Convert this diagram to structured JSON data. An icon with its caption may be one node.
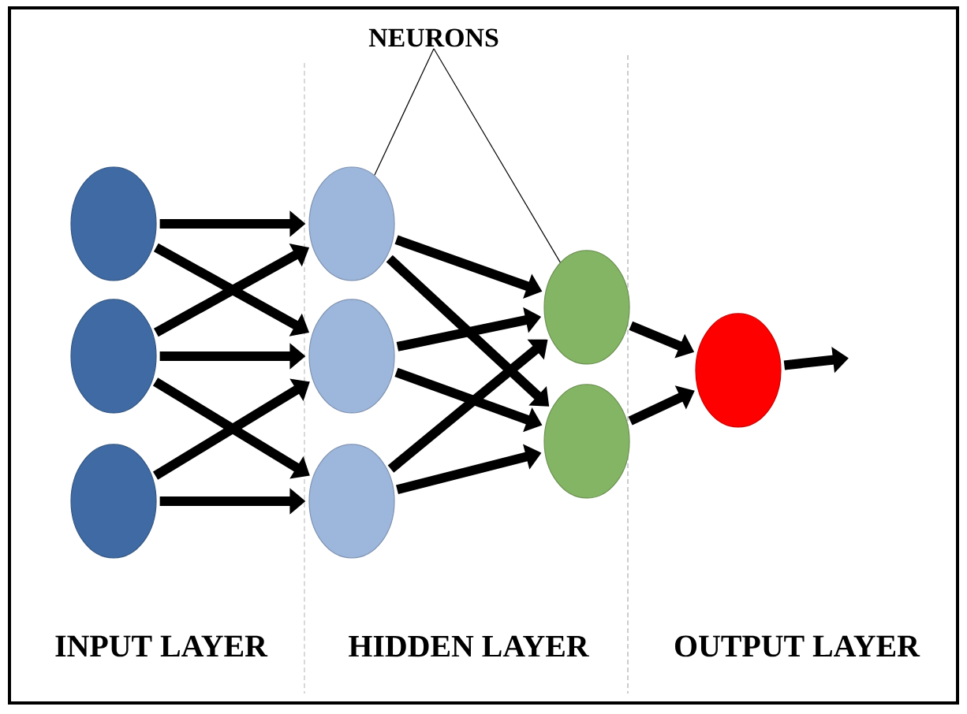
{
  "diagram": {
    "nodes": [
      {
        "text": [
          "NEURONS"
        ]
      },
      {
        "text": [],
        "shape": "circle"
      },
      {
        "text": [],
        "shape": "circle"
      },
      {
        "text": [],
        "shape": "circle"
      },
      {
        "text": [],
        "shape": "circle"
      },
      {
        "text": [],
        "shape": "circle"
      },
      {
        "text": [],
        "shape": "circle"
      },
      {
        "text": [],
        "shape": "circle"
      },
      {
        "text": [],
        "shape": "circle"
      },
      {
        "text": [],
        "shape": "circle"
      }
    ],
    "edges": [
      {
        "from": 0,
        "to": 4,
        "arrow": "none"
      },
      {
        "from": 0,
        "to": 7,
        "arrow": "none"
      },
      {
        "from": 1,
        "to": 4,
        "arrow": "to"
      },
      {
        "from": 1,
        "to": 5,
        "arrow": "to"
      },
      {
        "from": 2,
        "to": 4,
        "arrow": "to"
      },
      {
        "from": 2,
        "to": 5,
        "arrow": "to"
      },
      {
        "from": 2,
        "to": 6,
        "arrow": "to"
      },
      {
        "from": 3,
        "to": 5,
        "arrow": "to"
      },
      {
        "from": 3,
        "to": 6,
        "arrow": "to"
      },
      {
        "from": 4,
        "to": 7,
        "arrow": "to"
      },
      {
        "from": 4,
        "to": 8,
        "arrow": "to"
      },
      {
        "from": 5,
        "to": 7,
        "arrow": "to"
      },
      {
        "from": 5,
        "to": 8,
        "arrow": "to"
      },
      {
        "from": 6,
        "to": 7,
        "arrow": "to"
      },
      {
        "from": 6,
        "to": 8,
        "arrow": "to"
      },
      {
        "from": 7,
        "to": 9,
        "arrow": "to"
      },
      {
        "from": 8,
        "to": 9,
        "arrow": "to"
      },
      {
        "from": 9,
        "to": null,
        "arrow": "to"
      }
    ],
    "labels": [
      "INPUT LAYER",
      "HIDDEN LAYER",
      "OUTPUT LAYER"
    ]
  }
}
